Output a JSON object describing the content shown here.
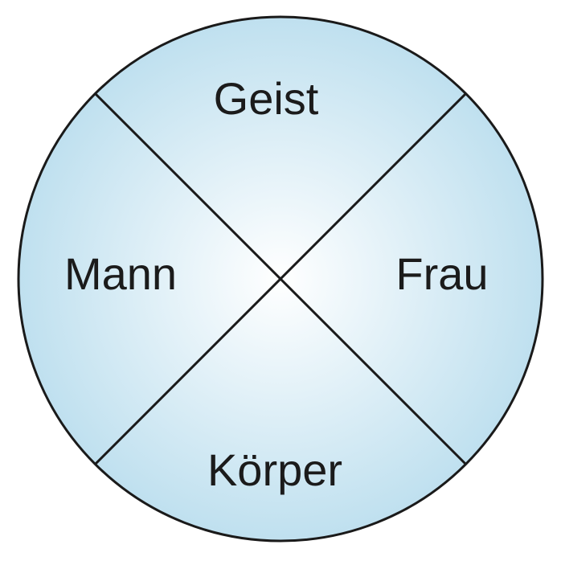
{
  "diagram": {
    "labels": {
      "top": "Geist",
      "left": "Mann",
      "right": "Frau",
      "bottom": "Körper"
    },
    "colors": {
      "fill_edge": "#bfe0ef",
      "fill_center": "#ffffff",
      "stroke": "#1a1a1a",
      "text": "#1b1b1b"
    }
  }
}
